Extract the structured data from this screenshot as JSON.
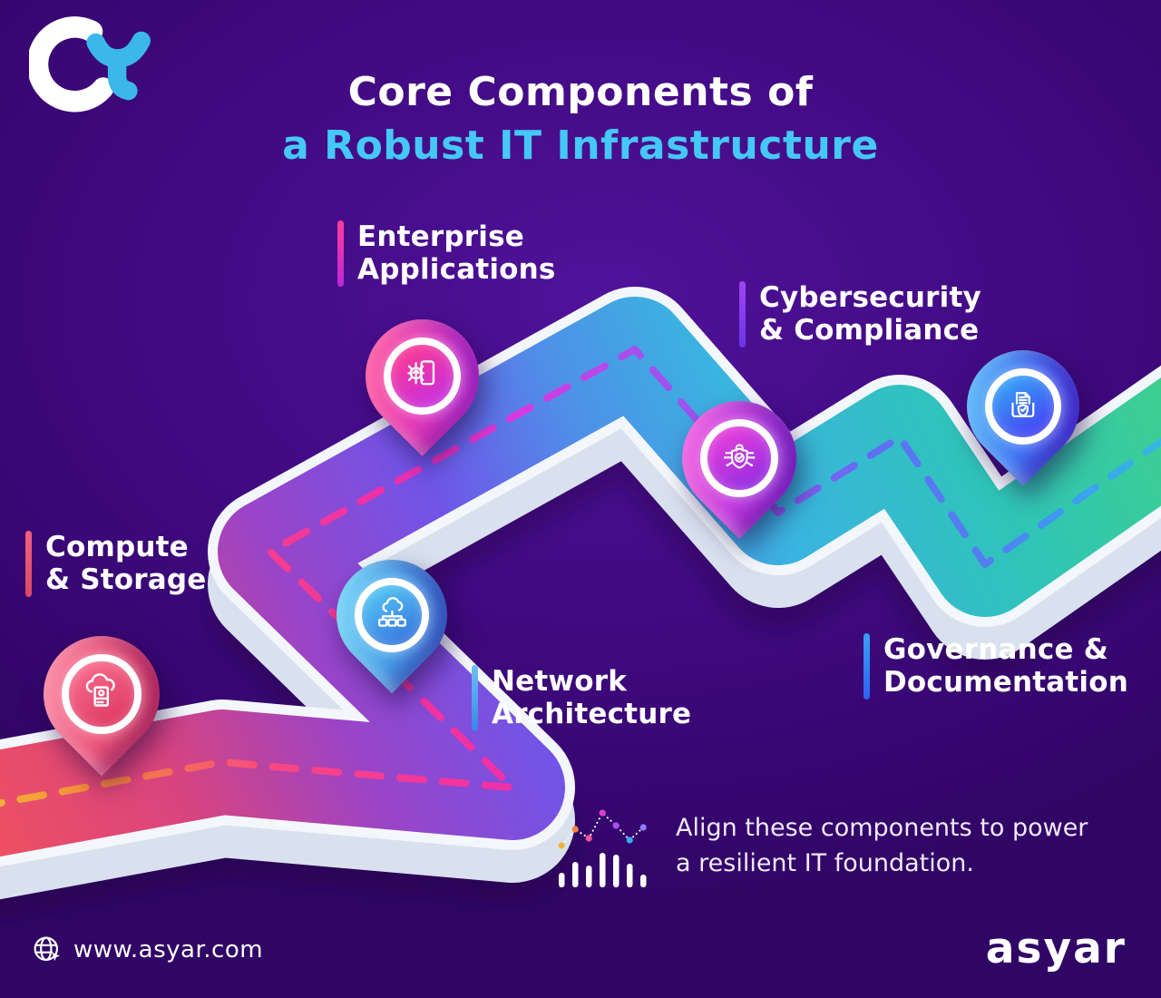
{
  "canvas": {
    "bg_center": "#4c1090",
    "bg_edge": "#36066e"
  },
  "header": {
    "title_line1": "Core Components of",
    "title_line2": "a Robust IT Infrastructure",
    "title_line2_color": "#45c8f5"
  },
  "brand": {
    "logo_mark_color": "#3bb8ea",
    "footer_logo_text": "asyar",
    "website": "www.asyar.com"
  },
  "components": [
    {
      "id": "compute-storage",
      "name": "Compute & Storage",
      "line1": "Compute",
      "line2": "& Storage",
      "bar_from": "#f0607e",
      "bar_to": "#d84868",
      "pin_from": "#fa7090",
      "pin_to": "#dc3560",
      "icon": "cloud-server"
    },
    {
      "id": "enterprise-applications",
      "name": "Enterprise Applications",
      "line1": "Enterprise",
      "line2": "Applications",
      "bar_from": "#ff3d9a",
      "bar_to": "#bb28d8",
      "pin_from": "#ff3b8d",
      "pin_to": "#c32fe6",
      "icon": "gear-document"
    },
    {
      "id": "network-architecture",
      "name": "Network Architecture",
      "line1": "Network",
      "line2": "Architecture",
      "bar_from": "#6cc0f5",
      "bar_to": "#3a86e8",
      "pin_from": "#58cdf6",
      "pin_to": "#336fdd",
      "icon": "cloud-network"
    },
    {
      "id": "cybersecurity-compliance",
      "name": "Cybersecurity & Compliance",
      "line1": "Cybersecurity",
      "line2": "& Compliance",
      "bar_from": "#a044f0",
      "bar_to": "#6a35e8",
      "pin_from": "#ef42da",
      "pin_to": "#8c2be2",
      "icon": "shield-lock"
    },
    {
      "id": "governance-documentation",
      "name": "Governance & Documentation",
      "line1": "Governance &",
      "line2": "Documentation",
      "bar_from": "#38a0f5",
      "bar_to": "#2f62f0",
      "pin_from": "#35abf7",
      "pin_to": "#4738f2",
      "icon": "document-shield"
    }
  ],
  "road": {
    "surface_colors": [
      "#f05060",
      "#d8447f",
      "#9a44c8",
      "#7055e8",
      "#4f8fe8",
      "#3ab4e0",
      "#2fc4b8",
      "#3ecf8e"
    ],
    "dash_colors": [
      "#f0bc35",
      "#f5863c",
      "#f74684",
      "#ef2fa8",
      "#d63ae0",
      "#9a55f0",
      "#5f6ef2",
      "#3b9ef0",
      "#35c0d8"
    ],
    "edge_color": "#f3f7fc",
    "side_color": "#d9e1ee"
  },
  "footer_note": {
    "line1": "Align these components to power",
    "line2": "a resilient IT foundation."
  },
  "footer_chart": {
    "bar_heights": [
      16,
      28,
      24,
      38,
      36,
      26,
      14
    ],
    "dots": [
      {
        "y": 50,
        "c": "#f2b33c"
      },
      {
        "y": 32,
        "c": "#f5823f"
      },
      {
        "y": 42,
        "c": "#f0559a"
      },
      {
        "y": 14,
        "c": "#e03ccd"
      },
      {
        "y": 28,
        "c": "#aa4ff0"
      },
      {
        "y": 44,
        "c": "#35aaf0"
      },
      {
        "y": 30,
        "c": "#8f7cf8"
      }
    ]
  }
}
